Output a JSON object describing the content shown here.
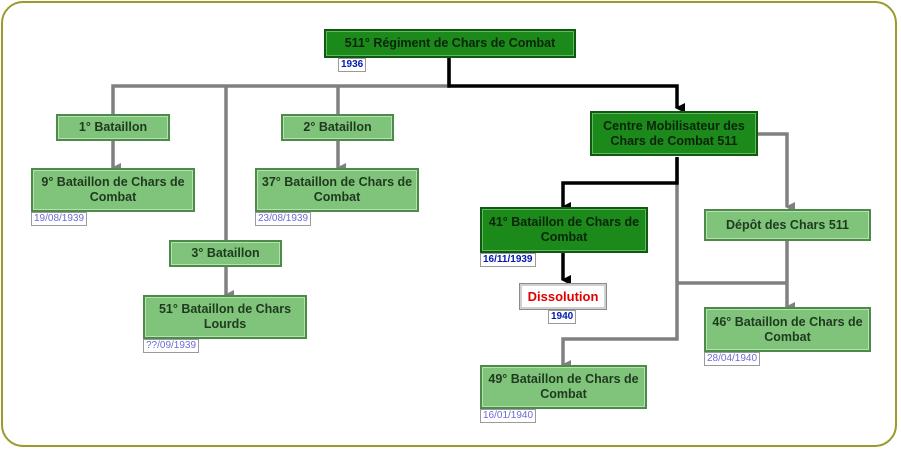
{
  "colors": {
    "light_box": "#7fc47a",
    "dark_box": "#1b8a1b",
    "grey_line": "#808080",
    "black_line": "#000000",
    "frame": "#9b9a2b",
    "dissolution_text": "#e00000"
  },
  "nodes": {
    "regiment": {
      "label": "511° Régiment de Chars de Combat",
      "date": "1936"
    },
    "bataillon1": {
      "label": "1° Bataillon"
    },
    "bataillon2": {
      "label": "2° Bataillon"
    },
    "bataillon3": {
      "label": "3° Bataillon"
    },
    "bcc9": {
      "label": "9° Bataillon de Chars de Combat",
      "date": "19/08/1939"
    },
    "bcc37": {
      "label": "37° Bataillon de Chars de Combat",
      "date": "23/08/1939"
    },
    "bcl51": {
      "label": "51° Bataillon de Chars Lourds",
      "date": "??/09/1939"
    },
    "cm511": {
      "label": "Centre Mobilisateur des Chars de Combat 511"
    },
    "bcc41": {
      "label": "41° Bataillon de Chars de Combat",
      "date": "16/11/1939"
    },
    "dissolution": {
      "label": "Dissolution",
      "date": "1940"
    },
    "depot511": {
      "label": "Dépôt des Chars 511"
    },
    "bcc46": {
      "label": "46° Bataillon de Chars de Combat",
      "date": "28/04/1940"
    },
    "bcc49": {
      "label": "49° Bataillon de Chars de Combat",
      "date": "16/01/1940"
    }
  }
}
